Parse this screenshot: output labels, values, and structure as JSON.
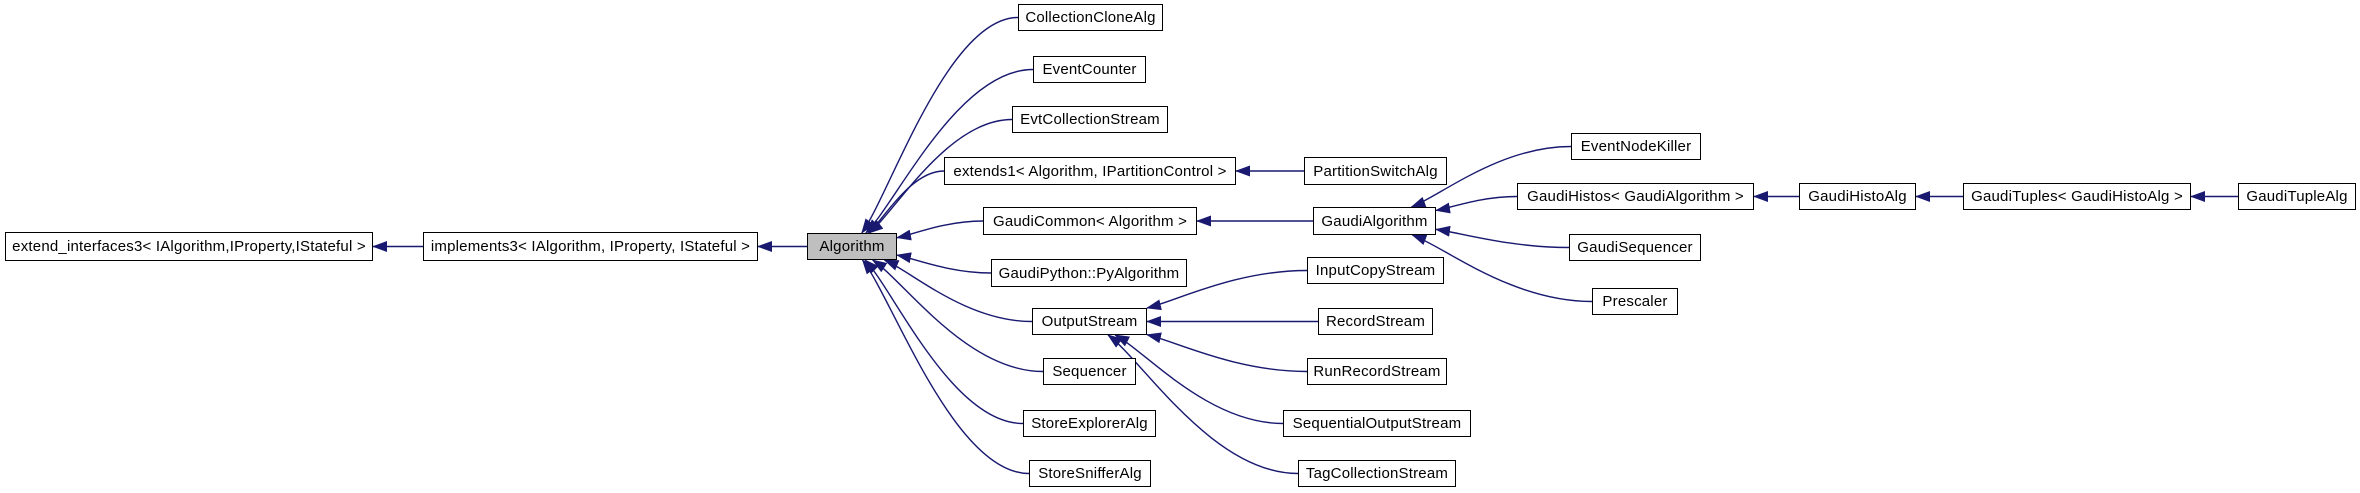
{
  "diagram": {
    "type": "class-inheritance-graph",
    "edge_color": "#191970",
    "node_border_color": "#000000",
    "node_fill": "#ffffff",
    "highlight_fill": "#bfbfbf",
    "highlighted_node": "algorithm",
    "nodes": [
      {
        "id": "extend-interfaces3",
        "label": "extend_interfaces3< IAlgorithm,IProperty,IStateful >"
      },
      {
        "id": "implements3",
        "label": "implements3< IAlgorithm, IProperty, IStateful >"
      },
      {
        "id": "algorithm",
        "label": "Algorithm"
      },
      {
        "id": "collectionclonealg",
        "label": "CollectionCloneAlg"
      },
      {
        "id": "eventcounter",
        "label": "EventCounter"
      },
      {
        "id": "evtcollectionstream",
        "label": "EvtCollectionStream"
      },
      {
        "id": "extends1",
        "label": "extends1< Algorithm, IPartitionControl >"
      },
      {
        "id": "gaudicommon",
        "label": "GaudiCommon< Algorithm >"
      },
      {
        "id": "pyalgorithm",
        "label": "GaudiPython::PyAlgorithm"
      },
      {
        "id": "outputstream",
        "label": "OutputStream"
      },
      {
        "id": "sequencer",
        "label": "Sequencer"
      },
      {
        "id": "storeexploreralg",
        "label": "StoreExplorerAlg"
      },
      {
        "id": "storesnifferalg",
        "label": "StoreSnifferAlg"
      },
      {
        "id": "partitionswitchalg",
        "label": "PartitionSwitchAlg"
      },
      {
        "id": "gaudialgorithm",
        "label": "GaudiAlgorithm"
      },
      {
        "id": "inputcopystream",
        "label": "InputCopyStream"
      },
      {
        "id": "recordstream",
        "label": "RecordStream"
      },
      {
        "id": "runrecordstream",
        "label": "RunRecordStream"
      },
      {
        "id": "sequentialoutputstream",
        "label": "SequentialOutputStream"
      },
      {
        "id": "tagcollectionstream",
        "label": "TagCollectionStream"
      },
      {
        "id": "eventnodekiller",
        "label": "EventNodeKiller"
      },
      {
        "id": "gaudihistos",
        "label": "GaudiHistos< GaudiAlgorithm >"
      },
      {
        "id": "gaudisequencer",
        "label": "GaudiSequencer"
      },
      {
        "id": "prescaler",
        "label": "Prescaler"
      },
      {
        "id": "gaudihistoalg",
        "label": "GaudiHistoAlg"
      },
      {
        "id": "gauditules",
        "label": "GaudiTuples< GaudiHistoAlg >"
      },
      {
        "id": "gauditulealg",
        "label": "GaudiTupleAlg"
      }
    ],
    "edges": [
      {
        "from": "implements3",
        "to": "extend-interfaces3"
      },
      {
        "from": "algorithm",
        "to": "implements3"
      },
      {
        "from": "collectionclonealg",
        "to": "algorithm"
      },
      {
        "from": "eventcounter",
        "to": "algorithm"
      },
      {
        "from": "evtcollectionstream",
        "to": "algorithm"
      },
      {
        "from": "extends1",
        "to": "algorithm"
      },
      {
        "from": "gaudicommon",
        "to": "algorithm"
      },
      {
        "from": "pyalgorithm",
        "to": "algorithm"
      },
      {
        "from": "outputstream",
        "to": "algorithm"
      },
      {
        "from": "sequencer",
        "to": "algorithm"
      },
      {
        "from": "storeexploreralg",
        "to": "algorithm"
      },
      {
        "from": "storesnifferalg",
        "to": "algorithm"
      },
      {
        "from": "partitionswitchalg",
        "to": "extends1"
      },
      {
        "from": "gaudialgorithm",
        "to": "gaudicommon"
      },
      {
        "from": "inputcopystream",
        "to": "outputstream"
      },
      {
        "from": "recordstream",
        "to": "outputstream"
      },
      {
        "from": "runrecordstream",
        "to": "outputstream"
      },
      {
        "from": "sequentialoutputstream",
        "to": "outputstream"
      },
      {
        "from": "tagcollectionstream",
        "to": "outputstream"
      },
      {
        "from": "eventnodekiller",
        "to": "gaudialgorithm"
      },
      {
        "from": "gaudihistos",
        "to": "gaudialgorithm"
      },
      {
        "from": "gaudisequencer",
        "to": "gaudialgorithm"
      },
      {
        "from": "prescaler",
        "to": "gaudialgorithm"
      },
      {
        "from": "gaudihistoalg",
        "to": "gaudihistos"
      },
      {
        "from": "gauditules",
        "to": "gaudihistoalg"
      },
      {
        "from": "gauditulealg",
        "to": "gauditules"
      }
    ]
  }
}
